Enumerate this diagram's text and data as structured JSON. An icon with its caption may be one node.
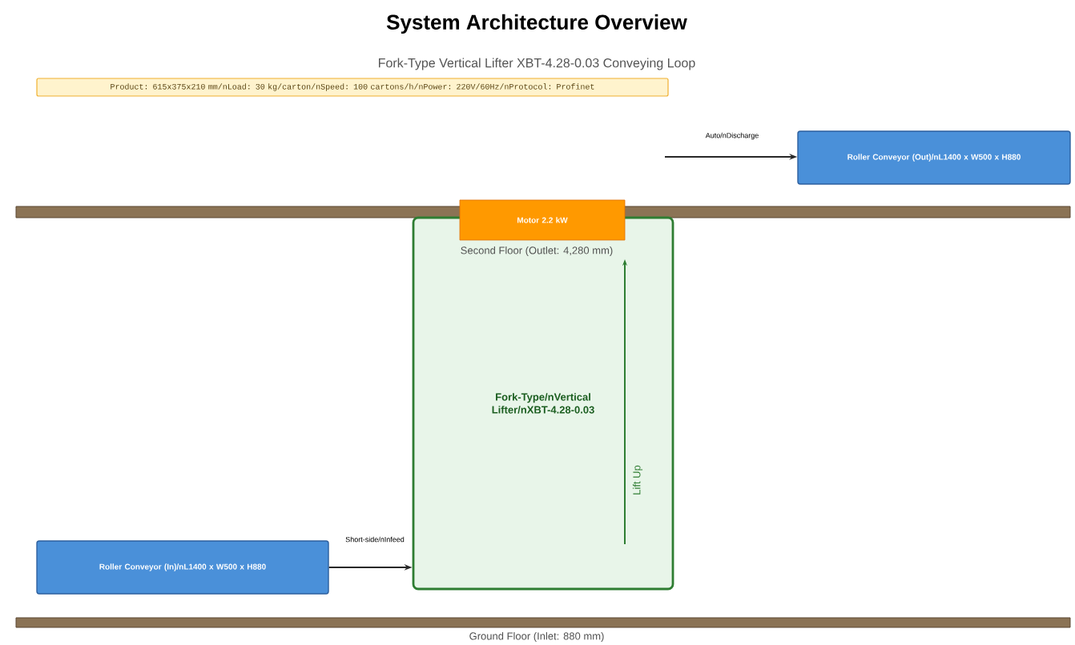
{
  "diagram": {
    "title": "System Architecture Overview",
    "caption": "Fork-Type Vertical Lifter XBT-4.28-0.03  Conveying Loop",
    "nodes": [
      {
        "text": [
          "Product: 615x375x210 mm/nLoad: 30 kg/carton/nSpeed: 100 cartons/h/nPower: 220V/60Hz/nProtocol: Profinet"
        ]
      },
      {
        "text": [
          "Motor 2.2 kW"
        ]
      },
      {
        "text": [
          "Fork-Type/nVertical Lifter/nXBT-4.28-0.03"
        ]
      },
      {
        "text": [
          "Roller Conveyor (In)/nL1400 x W500 x H880"
        ]
      },
      {
        "text": [
          "Roller Conveyor (Out)/nL1400 x W500 x H880"
        ]
      }
    ],
    "edges": [
      {
        "from": 3,
        "to": 2,
        "arrow": "to",
        "label": "Short-side/nInfeed"
      },
      {
        "from": null,
        "to": 4,
        "arrow": "to",
        "label": "Auto/nDischarge"
      }
    ],
    "labels": [
      "Second Floor  (Outlet: 4,280 mm)",
      "Lift Up",
      "Ground Floor  (Inlet: 880 mm)"
    ]
  }
}
